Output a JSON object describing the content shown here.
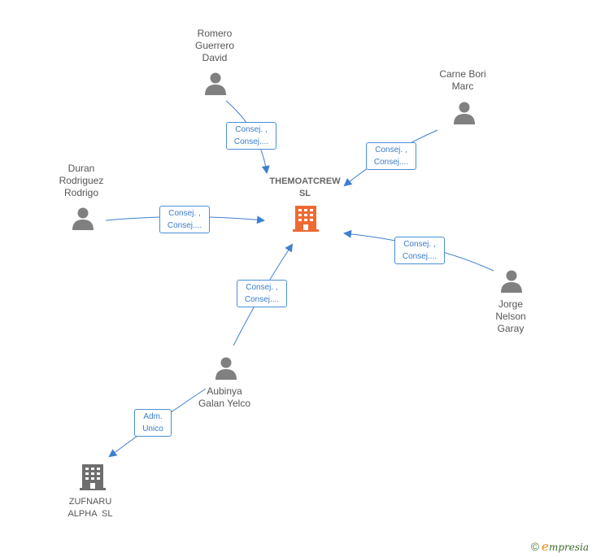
{
  "colors": {
    "edge": "#3d7fd0",
    "person": "#808080",
    "center_company": "#ee6a33",
    "other_company": "#6e6e6e",
    "label_border": "#4a8fd6"
  },
  "center": {
    "name_line1": "THEMOATCREW",
    "name_line2": "SL",
    "icon": "building-icon"
  },
  "people": [
    {
      "id": "romero",
      "lines": [
        "Romero",
        "Guerrero",
        "David"
      ],
      "icon": "person-icon"
    },
    {
      "id": "carne",
      "lines": [
        "Carne Bori",
        "Marc"
      ],
      "icon": "person-icon"
    },
    {
      "id": "duran",
      "lines": [
        "Duran",
        "Rodriguez",
        "Rodrigo"
      ],
      "icon": "person-icon"
    },
    {
      "id": "jorge",
      "lines": [
        "Jorge",
        "Nelson",
        "Garay"
      ],
      "icon": "person-icon"
    },
    {
      "id": "aubinya",
      "lines": [
        "Aubinya",
        "Galan Yelco"
      ],
      "icon": "person-icon"
    }
  ],
  "company2": {
    "lines": [
      "ZUFNARU",
      "ALPHA  SL"
    ],
    "icon": "building-icon"
  },
  "edge_labels": [
    {
      "id": "romero",
      "lines": [
        "Consej. ,",
        "Consej...."
      ]
    },
    {
      "id": "carne",
      "lines": [
        "Consej. ,",
        "Consej...."
      ]
    },
    {
      "id": "duran",
      "lines": [
        "Consej. ,",
        "Consej...."
      ]
    },
    {
      "id": "jorge",
      "lines": [
        "Consej. ,",
        "Consej...."
      ]
    },
    {
      "id": "aubinya",
      "lines": [
        "Consej. ,",
        "Consej...."
      ]
    },
    {
      "id": "zufnaru",
      "lines": [
        "Adm.",
        "Unico"
      ]
    }
  ],
  "footer": {
    "copyright": "©",
    "brand_first": "e",
    "brand_rest": "mpresia"
  }
}
